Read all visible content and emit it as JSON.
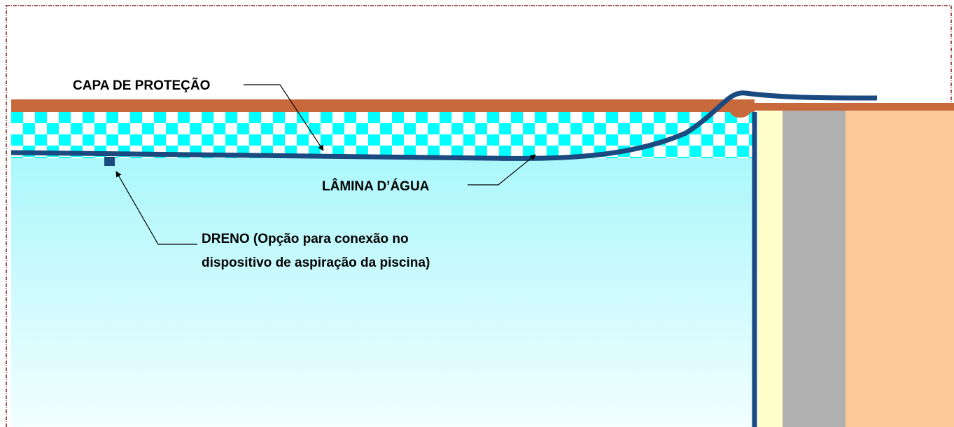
{
  "labels": {
    "cover": "CAPA DE PROTEÇÃO",
    "water_level": "LÂMINA D’ÁGUA",
    "drain_line1": "DRENO (Opção para conexão no",
    "drain_line2": "dispositivo de aspiração da piscina)"
  },
  "colors": {
    "border": "#8b1a1a",
    "cover_band": "#c8693c",
    "checker_a": "#00ffff",
    "checker_b": "#ffffff",
    "water_top": "#9ff6fb",
    "water_bottom": "#f2feff",
    "blanket": "#1a4a80",
    "pool_wall": "#1a4a80",
    "wall_cream": "#ffffcc",
    "wall_gray": "#b0b0b0",
    "ground": "#fdc998",
    "edge_bead": "#c8693c"
  }
}
